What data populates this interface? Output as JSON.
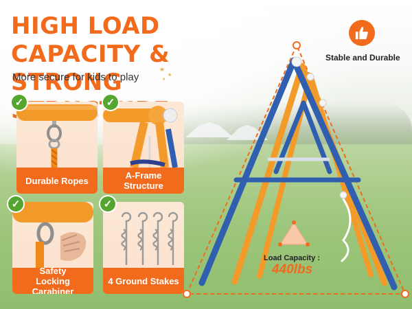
{
  "headline": {
    "line1": "HIGH LOAD CAPACITY &",
    "line2": "STRONG STRUCTURE"
  },
  "subtitle": "More secure for kids to play",
  "features": [
    {
      "label": "Durable Ropes",
      "icon": "check-icon"
    },
    {
      "label_line1": "A-Frame",
      "label_line2": "Structure",
      "icon": "check-icon"
    },
    {
      "label_line1": "Safety",
      "label_line2": "Locking Carabiner",
      "icon": "check-icon"
    },
    {
      "label": "4 Ground Stakes",
      "icon": "check-icon"
    }
  ],
  "badge": {
    "label": "Stable and Durable",
    "icon": "thumbs-up-icon"
  },
  "load": {
    "label": "Load Capacity :",
    "value": "440lbs",
    "icon": "triangle-weight-icon"
  },
  "colors": {
    "accent": "#f26b1d",
    "frame_blue": "#2f5fae",
    "frame_orange": "#f39b2a",
    "check_green": "#55a630",
    "card_bg": "#fde8d7"
  }
}
